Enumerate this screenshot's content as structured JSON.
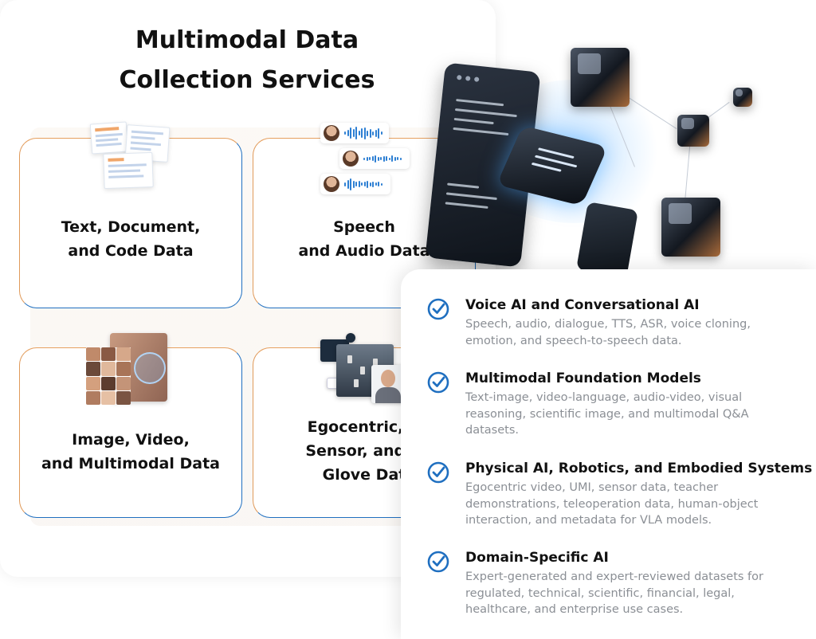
{
  "title": {
    "line1": "Multimodal Data",
    "line2": "Collection Services"
  },
  "cards": [
    {
      "line1": "Text, Document,",
      "line2": "and Code Data"
    },
    {
      "line1": "Speech",
      "line2": "and Audio Data"
    },
    {
      "line1": "Image, Video,",
      "line2": "and Multimodal Data"
    },
    {
      "line1": "Egocentric, U",
      "line2": "Sensor, and H",
      "line3": "Glove Dat"
    }
  ],
  "features": [
    {
      "title": "Voice AI and Conversational AI",
      "desc": "Speech, audio, dialogue, TTS, ASR, voice cloning, emotion, and speech-to-speech data."
    },
    {
      "title": "Multimodal Foundation Models",
      "desc": "Text-image, video-language, audio-video, visual reasoning, scientific image, and multimodal Q&A datasets."
    },
    {
      "title": "Physical AI, Robotics, and Embodied Systems",
      "desc": "Egocentric video, UMI, sensor data, teacher demonstrations, teleoperation data, human-object interaction, and metadata for VLA models."
    },
    {
      "title": "Domain-Specific AI",
      "desc": "Expert-generated and expert-reviewed datasets for regulated, technical, scientific, financial, legal, healthcare, and enterprise use cases."
    }
  ],
  "icons": {
    "check": "check-circle-icon",
    "cube": "cube-icon"
  },
  "colors": {
    "accent_blue": "#1f6fc0",
    "accent_orange": "#e09a5a",
    "text_dark": "#111111",
    "text_muted": "#8b8f95"
  }
}
